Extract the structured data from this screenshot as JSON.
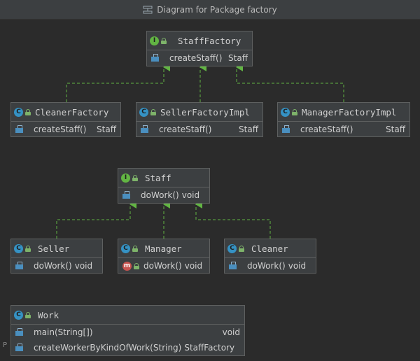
{
  "window": {
    "title": "Diagram for Package factory"
  },
  "nodes": {
    "staff_factory": {
      "name": "StaffFactory",
      "kind": "interface",
      "methods": [
        {
          "name": "createStaff()",
          "type": "Staff"
        }
      ]
    },
    "cleaner_factory": {
      "name": "CleanerFactory",
      "kind": "class",
      "methods": [
        {
          "name": "createStaff()",
          "type": "Staff"
        }
      ]
    },
    "seller_factory_impl": {
      "name": "SellerFactoryImpl",
      "kind": "class",
      "methods": [
        {
          "name": "createStaff()",
          "type": "Staff"
        }
      ]
    },
    "manager_factory_impl": {
      "name": "ManagerFactoryImpl",
      "kind": "class",
      "methods": [
        {
          "name": "createStaff()",
          "type": "Staff"
        }
      ]
    },
    "staff": {
      "name": "Staff",
      "kind": "interface",
      "methods": [
        {
          "name": "doWork()",
          "type": "void"
        }
      ]
    },
    "seller": {
      "name": "Seller",
      "kind": "class",
      "methods": [
        {
          "name": "doWork()",
          "type": "void"
        }
      ]
    },
    "manager": {
      "name": "Manager",
      "kind": "class",
      "methods": [
        {
          "name": "doWork()",
          "type": "void",
          "badge": "m"
        }
      ]
    },
    "cleaner": {
      "name": "Cleaner",
      "kind": "class",
      "methods": [
        {
          "name": "doWork()",
          "type": "void"
        }
      ]
    },
    "work": {
      "name": "Work",
      "kind": "class",
      "methods": [
        {
          "name": "main(String[])",
          "type": "void"
        },
        {
          "name": "createWorkerByKindOfWork(String)",
          "type": "StaffFactory"
        }
      ]
    }
  },
  "badges": {
    "class": "C",
    "interface": "I",
    "method": "m"
  },
  "colors": {
    "background": "#2b2b2b",
    "node": "#3c3f41",
    "implements_arrow": "#62b543"
  },
  "footer": {
    "text": "P"
  }
}
